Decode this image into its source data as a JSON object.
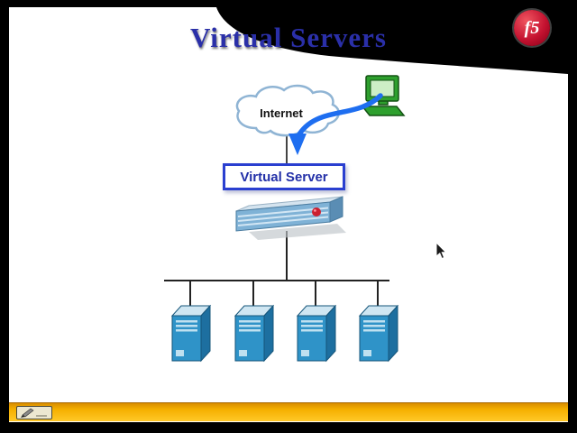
{
  "slide": {
    "title": "Virtual Servers",
    "brand": {
      "logo_text": "f5"
    },
    "diagram": {
      "internet_label": "Internet",
      "virtual_server_label": "Virtual Server",
      "backend_servers_count": 4
    }
  },
  "colors": {
    "title_text": "#2a2fa8",
    "arrow_blue": "#1e6ef0",
    "virtual_server_border": "#2a3fd0",
    "server_front_blue": "#2f93c8",
    "computer_green": "#2ea02e",
    "logo_red": "#c41230",
    "toolbar_yellow": "#ffc828",
    "background_black": "#000000",
    "slide_white": "#ffffff"
  }
}
